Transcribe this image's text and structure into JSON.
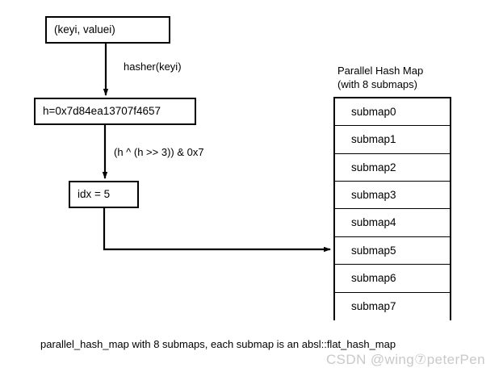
{
  "diagram": {
    "nodes": {
      "input": {
        "label": "(keyi, valuei)"
      },
      "hash": {
        "label": "h=0x7d84ea13707f4657"
      },
      "index": {
        "label": "idx = 5"
      }
    },
    "edge_labels": {
      "hasher": "hasher(keyi)",
      "mask": "(h ^ (h >> 3)) & 0x7"
    },
    "hashmap": {
      "title_line1": "Parallel Hash Map",
      "title_line2": "(with 8 submaps)",
      "submaps": [
        {
          "label": "submap0"
        },
        {
          "label": "submap1"
        },
        {
          "label": "submap2"
        },
        {
          "label": "submap3"
        },
        {
          "label": "submap4"
        },
        {
          "label": "submap5"
        },
        {
          "label": "submap6"
        },
        {
          "label": "submap7"
        }
      ],
      "target_index": 5
    },
    "caption": "parallel_hash_map with 8 submaps, each submap is an absl::flat_hash_map",
    "watermark": "CSDN @wing⑦peterPen",
    "colors": {
      "background": "#ffffff",
      "stroke": "#000000",
      "text": "#000000",
      "watermark": "#c9c9c9"
    }
  }
}
